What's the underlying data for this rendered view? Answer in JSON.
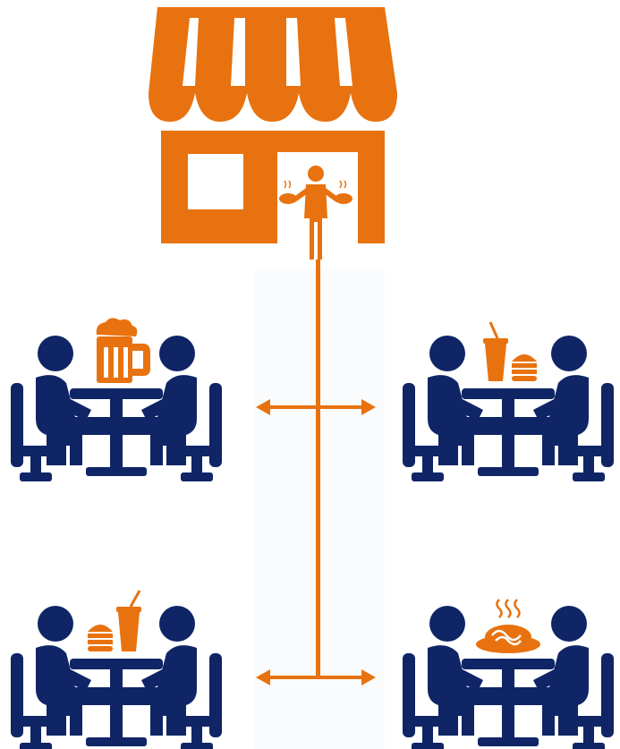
{
  "colors": {
    "accent": "#E8720F",
    "figure": "#0F2566",
    "background": "#FFFFFF",
    "panel": "#FAFBFC"
  },
  "restaurant": {
    "icon": "storefront-icon",
    "waiter_icon": "waiter-with-dishes-icon"
  },
  "connector": {
    "icon": "vertical-service-line"
  },
  "tables": [
    {
      "id": "top-left",
      "food_icon": "beer-mug-icon"
    },
    {
      "id": "top-right",
      "food_icon": "soda-and-burger-icon"
    },
    {
      "id": "bottom-left",
      "food_icon": "burger-and-soda-icon"
    },
    {
      "id": "bottom-right",
      "food_icon": "steaming-noodle-plate-icon"
    }
  ]
}
